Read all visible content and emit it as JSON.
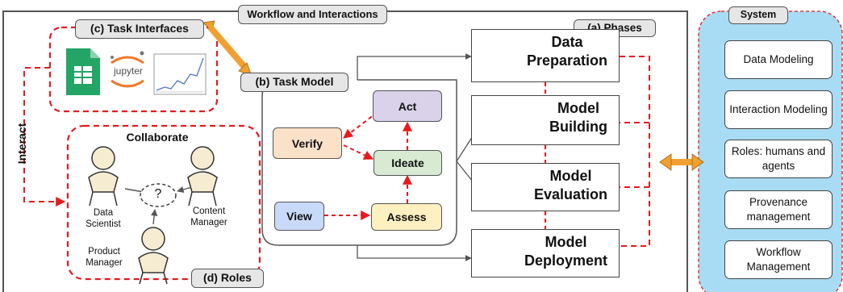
{
  "title": "Workflow and Interactions",
  "system": {
    "title": "System",
    "items": [
      "Data Modeling",
      "Interaction Modeling",
      "Roles: humans and agents",
      "Provenance management",
      "Workflow Management"
    ]
  },
  "task_interfaces": {
    "label": "(c) Task Interfaces",
    "apps": [
      {
        "name": "Google Sheets",
        "icon": "spreadsheet-icon"
      },
      {
        "name": "jupyter",
        "icon": "jupyter-icon"
      },
      {
        "name": "chart",
        "icon": "line-chart-icon"
      }
    ]
  },
  "task_model": {
    "label": "(b) Task Model",
    "nodes": {
      "act": "Act",
      "verify": "Verify",
      "ideate": "Ideate",
      "view": "View",
      "assess": "Assess"
    }
  },
  "phases": {
    "label": "(a) Phases",
    "items": [
      [
        "Data",
        "Preparation"
      ],
      [
        "Model",
        "Building"
      ],
      [
        "Model",
        "Evaluation"
      ],
      [
        "Model",
        "Deployment"
      ]
    ]
  },
  "roles": {
    "label": "(d) Roles",
    "collaborate": "Collaborate",
    "question": "?",
    "people": [
      [
        "Data",
        "Scientist"
      ],
      [
        "Content",
        "Manager"
      ],
      [
        "Product",
        "Manager"
      ]
    ]
  },
  "interact": "Interact",
  "colors": {
    "red_dash": "#e8191e",
    "orange_arrow": "#f0a030",
    "system_bg": "#a8dcf4",
    "act": "#d9d2e9",
    "verify": "#fbe1c8",
    "ideate": "#d8ead2",
    "view": "#c9daf8",
    "assess": "#fff0c2"
  }
}
